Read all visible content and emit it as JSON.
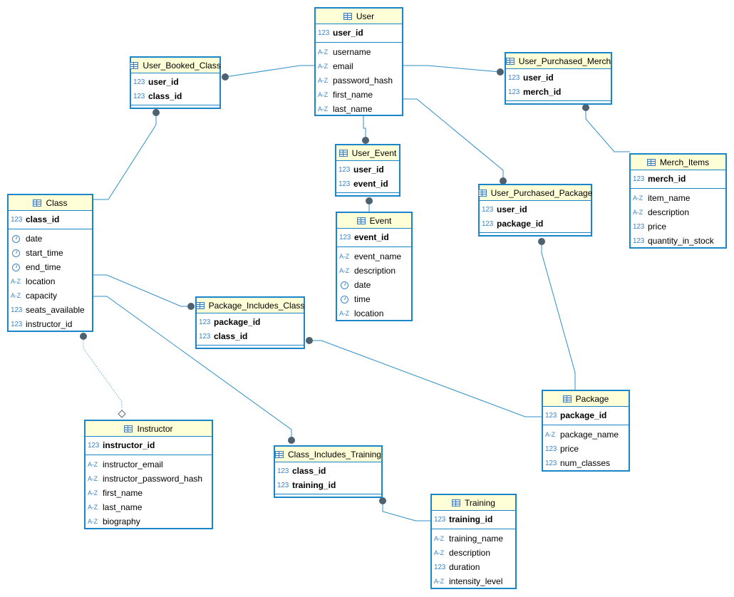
{
  "entities": {
    "User": {
      "title": "User",
      "pk": [
        {
          "name": "user_id",
          "type": "123"
        }
      ],
      "attrs": [
        {
          "name": "username",
          "type": "A-Z"
        },
        {
          "name": "email",
          "type": "A-Z"
        },
        {
          "name": "password_hash",
          "type": "A-Z"
        },
        {
          "name": "first_name",
          "type": "A-Z"
        },
        {
          "name": "last_name",
          "type": "A-Z"
        }
      ]
    },
    "User_Booked_Class": {
      "title": "User_Booked_Class",
      "pk": [
        {
          "name": "user_id",
          "type": "123"
        },
        {
          "name": "class_id",
          "type": "123"
        }
      ],
      "attrs": []
    },
    "User_Purchased_Merch": {
      "title": "User_Purchased_Merch",
      "pk": [
        {
          "name": "user_id",
          "type": "123"
        },
        {
          "name": "merch_id",
          "type": "123"
        }
      ],
      "attrs": []
    },
    "User_Event": {
      "title": "User_Event",
      "pk": [
        {
          "name": "user_id",
          "type": "123"
        },
        {
          "name": "event_id",
          "type": "123"
        }
      ],
      "attrs": []
    },
    "Merch_Items": {
      "title": "Merch_Items",
      "pk": [
        {
          "name": "merch_id",
          "type": "123"
        }
      ],
      "attrs": [
        {
          "name": "item_name",
          "type": "A-Z"
        },
        {
          "name": "description",
          "type": "A-Z"
        },
        {
          "name": "price",
          "type": "123"
        },
        {
          "name": "quantity_in_stock",
          "type": "123"
        }
      ]
    },
    "User_Purchased_Package": {
      "title": "User_Purchased_Package",
      "pk": [
        {
          "name": "user_id",
          "type": "123"
        },
        {
          "name": "package_id",
          "type": "123"
        }
      ],
      "attrs": []
    },
    "Class": {
      "title": "Class",
      "pk": [
        {
          "name": "class_id",
          "type": "123"
        }
      ],
      "attrs": [
        {
          "name": "date",
          "type": "time"
        },
        {
          "name": "start_time",
          "type": "time"
        },
        {
          "name": "end_time",
          "type": "time"
        },
        {
          "name": "location",
          "type": "A-Z"
        },
        {
          "name": "capacity",
          "type": "A-Z"
        },
        {
          "name": "seats_available",
          "type": "123"
        },
        {
          "name": "instructor_id",
          "type": "123"
        }
      ]
    },
    "Event": {
      "title": "Event",
      "pk": [
        {
          "name": "event_id",
          "type": "123"
        }
      ],
      "attrs": [
        {
          "name": "event_name",
          "type": "A-Z"
        },
        {
          "name": "description",
          "type": "A-Z"
        },
        {
          "name": "date",
          "type": "time"
        },
        {
          "name": "time",
          "type": "time"
        },
        {
          "name": "location",
          "type": "A-Z"
        }
      ]
    },
    "Package_Includes_Class": {
      "title": "Package_Includes_Class",
      "pk": [
        {
          "name": "package_id",
          "type": "123"
        },
        {
          "name": "class_id",
          "type": "123"
        }
      ],
      "attrs": []
    },
    "Package": {
      "title": "Package",
      "pk": [
        {
          "name": "package_id",
          "type": "123"
        }
      ],
      "attrs": [
        {
          "name": "package_name",
          "type": "A-Z"
        },
        {
          "name": "price",
          "type": "123"
        },
        {
          "name": "num_classes",
          "type": "123"
        }
      ]
    },
    "Instructor": {
      "title": "Instructor",
      "pk": [
        {
          "name": "instructor_id",
          "type": "123"
        }
      ],
      "attrs": [
        {
          "name": "instructor_email",
          "type": "A-Z"
        },
        {
          "name": "instructor_password_hash",
          "type": "A-Z"
        },
        {
          "name": "first_name",
          "type": "A-Z"
        },
        {
          "name": "last_name",
          "type": "A-Z"
        },
        {
          "name": "biography",
          "type": "A-Z"
        }
      ]
    },
    "Class_Includes_Training": {
      "title": "Class_Includes_Training",
      "pk": [
        {
          "name": "class_id",
          "type": "123"
        },
        {
          "name": "training_id",
          "type": "123"
        }
      ],
      "attrs": []
    },
    "Training": {
      "title": "Training",
      "pk": [
        {
          "name": "training_id",
          "type": "123"
        }
      ],
      "attrs": [
        {
          "name": "training_name",
          "type": "A-Z"
        },
        {
          "name": "description",
          "type": "A-Z"
        },
        {
          "name": "duration",
          "type": "123"
        },
        {
          "name": "intensity_level",
          "type": "A-Z"
        }
      ]
    }
  },
  "relationships": [
    {
      "from": "User",
      "to": "User_Booked_Class",
      "kind": "identifying"
    },
    {
      "from": "User",
      "to": "User_Purchased_Merch",
      "kind": "identifying"
    },
    {
      "from": "User",
      "to": "User_Event",
      "kind": "identifying"
    },
    {
      "from": "User",
      "to": "User_Purchased_Package",
      "kind": "identifying"
    },
    {
      "from": "Merch_Items",
      "to": "User_Purchased_Merch",
      "kind": "identifying"
    },
    {
      "from": "Class",
      "to": "User_Booked_Class",
      "kind": "identifying"
    },
    {
      "from": "Event",
      "to": "User_Event",
      "kind": "identifying"
    },
    {
      "from": "Package",
      "to": "User_Purchased_Package",
      "kind": "identifying"
    },
    {
      "from": "Class",
      "to": "Package_Includes_Class",
      "kind": "identifying"
    },
    {
      "from": "Package",
      "to": "Package_Includes_Class",
      "kind": "identifying"
    },
    {
      "from": "Class",
      "to": "Class_Includes_Training",
      "kind": "identifying"
    },
    {
      "from": "Training",
      "to": "Class_Includes_Training",
      "kind": "identifying"
    },
    {
      "from": "Class",
      "to": "Instructor",
      "kind": "non-identifying"
    }
  ],
  "colors": {
    "border": "#1a86c9",
    "header": "#ffffd7",
    "line": "#2f8fc6",
    "endpoint": "#4d6170",
    "type_icon": "#3d86c6"
  },
  "icons": {
    "table": "table-icon",
    "numeric": "numeric-type-icon",
    "string": "string-type-icon",
    "temporal": "clock-icon"
  }
}
